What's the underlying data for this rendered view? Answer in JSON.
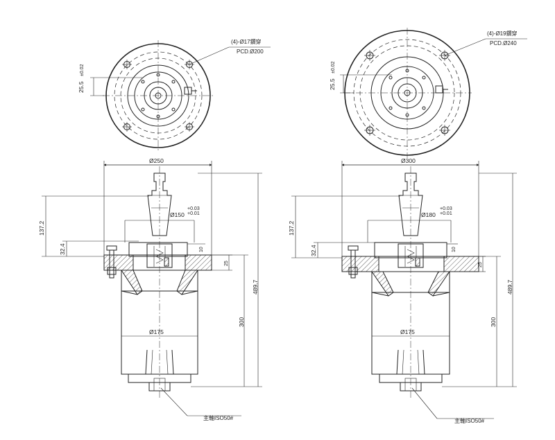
{
  "views": [
    {
      "id": "left",
      "top_view": {
        "hole_label": "(4)-Ø17鑽穿",
        "pcd_label": "PCD.Ø200",
        "offset_value": "25.5",
        "offset_tol": "±0.02"
      },
      "side_view": {
        "dia_top": "Ø250",
        "dia_mid": "Ø150",
        "dia_mid_tol_upper": "+0.03",
        "dia_mid_tol_lower": "+0.01",
        "dia_body": "Ø175",
        "h_137": "137.2",
        "h_32": "32.4",
        "h_10": "10",
        "h_25": "25",
        "h_489": "489.7",
        "h_300": "300",
        "spindle_label": "主軸ISO50#"
      }
    },
    {
      "id": "right",
      "top_view": {
        "hole_label": "(4)-Ø19鑽穿",
        "pcd_label": "PCD.Ø240",
        "offset_value": "25.5",
        "offset_tol": "±0.02"
      },
      "side_view": {
        "dia_top": "Ø300",
        "dia_mid": "Ø180",
        "dia_mid_tol_upper": "+0.03",
        "dia_mid_tol_lower": "+0.01",
        "dia_body": "Ø175",
        "h_137": "137.2",
        "h_32": "32.4",
        "h_10": "10",
        "h_25": "25",
        "h_489": "489.7",
        "h_300": "300",
        "spindle_label": "主軸ISO50#"
      }
    }
  ]
}
